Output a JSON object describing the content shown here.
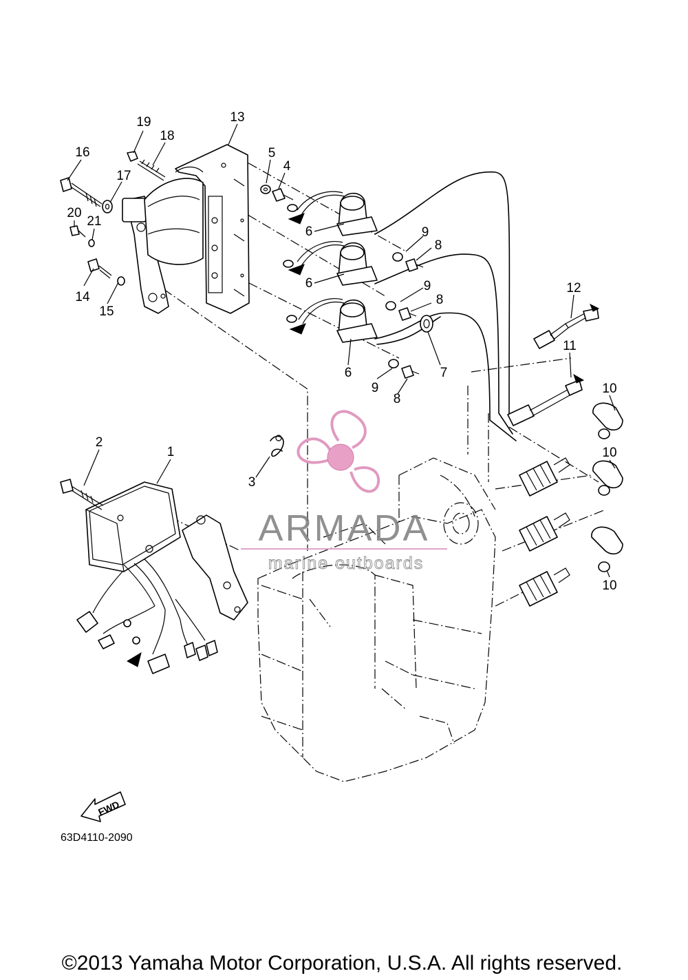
{
  "callouts": {
    "p1": "1",
    "p2": "2",
    "p3": "3",
    "p4": "4",
    "p5": "5",
    "p6a": "6",
    "p6b": "6",
    "p6c": "6",
    "p7": "7",
    "p8a": "8",
    "p8b": "8",
    "p8c": "8",
    "p9a": "9",
    "p9b": "9",
    "p9c": "9",
    "p10a": "10",
    "p10b": "10",
    "p10c": "10",
    "p11": "11",
    "p12": "12",
    "p13": "13",
    "p14": "14",
    "p15": "15",
    "p16": "16",
    "p17": "17",
    "p18": "18",
    "p19": "19",
    "p20": "20",
    "p21": "21"
  },
  "fwd_label": "FWD",
  "diagram_code": "63D4110-2090",
  "watermark": {
    "title": "ARMADA",
    "subtitle": "marine outboards",
    "color_logo": "#e9a0c6"
  },
  "copyright": "©2013 Yamaha Motor Corporation, U.S.A. All rights reserved."
}
